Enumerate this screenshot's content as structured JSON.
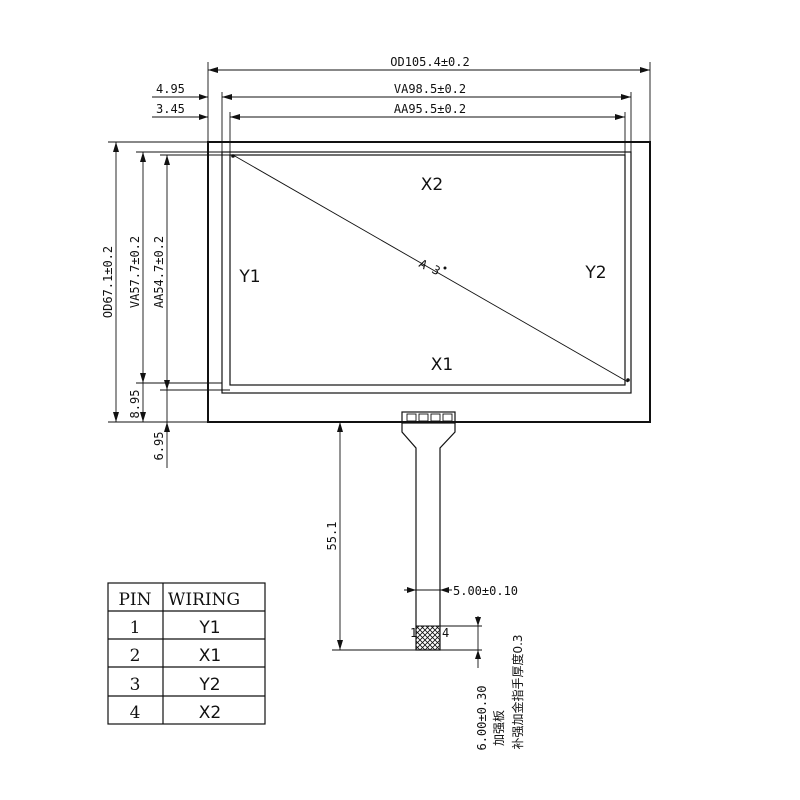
{
  "dimensions": {
    "od_width": "OD105.4±0.2",
    "va_width": "VA98.5±0.2",
    "aa_width": "AA95.5±0.2",
    "left_offset_va": "4.95",
    "left_offset_aa": "3.45",
    "od_height": "OD67.1±0.2",
    "va_height": "VA57.7±0.2",
    "aa_height": "AA54.7±0.2",
    "bottom_offset_va": "8.95",
    "bottom_offset_od": "6.95",
    "tail_length": "55.1",
    "tail_width": "5.00±0.10",
    "connector_length": "6.00±0.30"
  },
  "labels": {
    "x2": "X2",
    "x1": "X1",
    "y1": "Y1",
    "y2": "Y2",
    "view_marker": "A",
    "view_marker_2": "3",
    "pin_first": "1",
    "pin_last": "4",
    "stiffener": "加强板",
    "stiffener_note": "补强加金指手厚度0.3"
  },
  "pin_table": {
    "header_pin": "PIN",
    "header_wiring": "WIRING",
    "rows": [
      {
        "pin": "1",
        "wiring": "Y1"
      },
      {
        "pin": "2",
        "wiring": "X1"
      },
      {
        "pin": "3",
        "wiring": "Y2"
      },
      {
        "pin": "4",
        "wiring": "X2"
      }
    ]
  }
}
